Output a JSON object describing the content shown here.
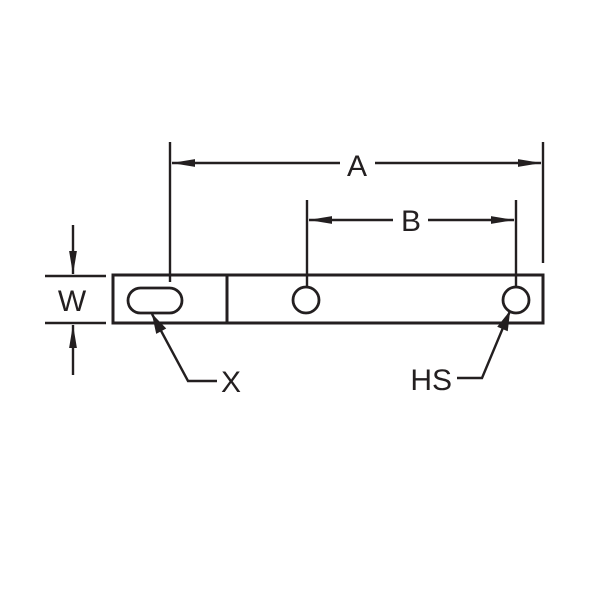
{
  "diagram": {
    "background_color": "#ffffff",
    "line_color": "#231f20",
    "labels": {
      "dim_a": "A",
      "dim_b": "B",
      "dim_w": "W",
      "leader_x": "X",
      "leader_hs": "HS"
    }
  }
}
